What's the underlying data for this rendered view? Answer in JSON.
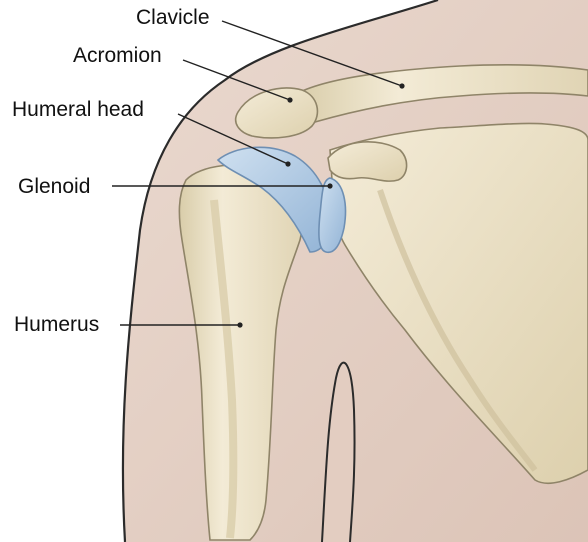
{
  "labels": {
    "clavicle": "Clavicle",
    "acromion": "Acromion",
    "humeral_head": "Humeral head",
    "glenoid": "Glenoid",
    "humerus": "Humerus"
  },
  "colors": {
    "skin": "#e6d3c9",
    "skin_shadow": "#d9c1b4",
    "bone": "#efe6cf",
    "bone_shadow": "#d6c9a6",
    "bone_outline": "#8f8468",
    "cartilage": "#a9c6e2",
    "cartilage_outline": "#6e8fb3",
    "outline": "#2b2b2b",
    "leader": "#222222"
  }
}
